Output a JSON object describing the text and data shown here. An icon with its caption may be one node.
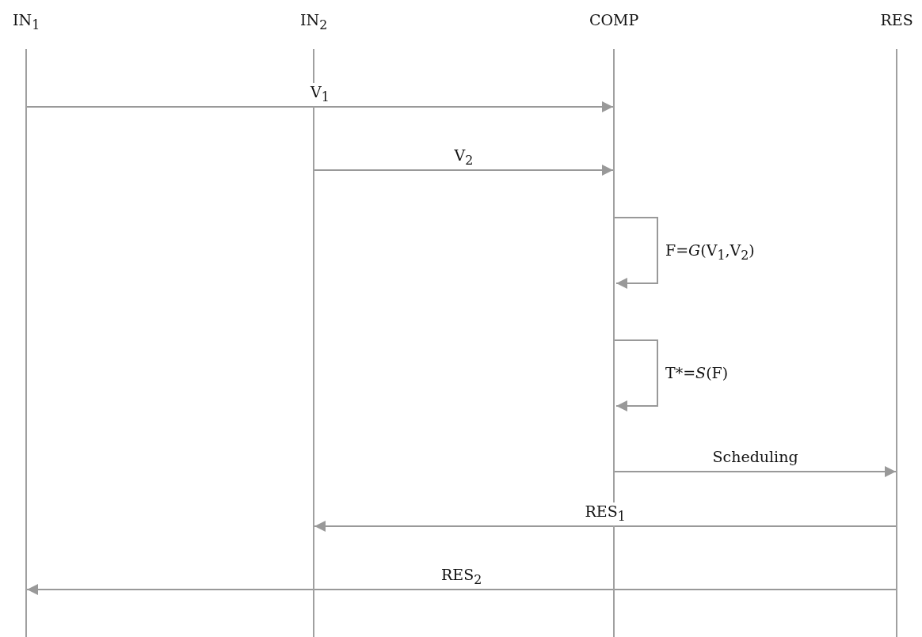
{
  "diagram": {
    "nodes": [
      {
        "text": [
          "IN$_{1}$"
        ]
      },
      {
        "text": [
          "IN$_{2}$"
        ]
      },
      {
        "text": [
          "COMP"
        ]
      },
      {
        "text": [
          "RES"
        ]
      }
    ],
    "edges": [
      {
        "from": 0,
        "to": 2,
        "arrow": "to",
        "label": "V$_{1}$"
      },
      {
        "from": 1,
        "to": 2,
        "arrow": "to",
        "label": "V$_{2}$"
      },
      {
        "from": 2,
        "to": 2,
        "arrow": "to",
        "label": "F=*G*(V$_{1}$,V$_{2}$)"
      },
      {
        "from": 2,
        "to": 2,
        "arrow": "to",
        "label": "T*=*S*(F)"
      },
      {
        "from": 2,
        "to": 3,
        "arrow": "to",
        "label": "Scheduling"
      },
      {
        "from": 3,
        "to": 1,
        "arrow": "to",
        "label": "RES$_{1}$"
      },
      {
        "from": 3,
        "to": 0,
        "arrow": "to",
        "label": "RES$_{2}$"
      }
    ]
  }
}
